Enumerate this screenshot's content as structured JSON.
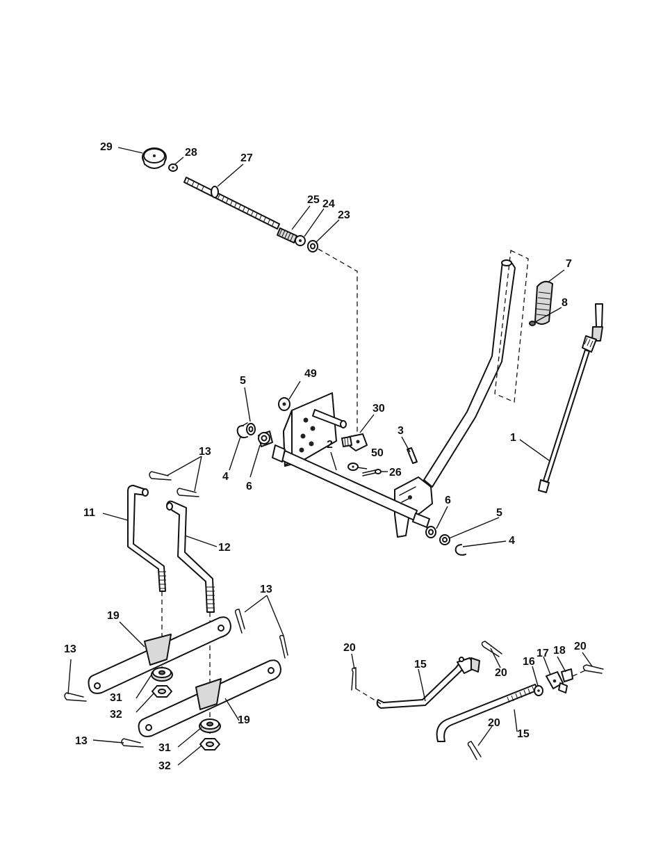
{
  "callouts": {
    "c29": "29",
    "c28": "28",
    "c27": "27",
    "c25": "25",
    "c24": "24",
    "c23": "23",
    "c7": "7",
    "c8": "8",
    "c1": "1",
    "c5a": "5",
    "c49": "49",
    "c30": "30",
    "c3": "3",
    "c50": "50",
    "c26": "26",
    "c2": "2",
    "c4a": "4",
    "c6a": "6",
    "c13a": "13",
    "c11": "11",
    "c12": "12",
    "c6b": "6",
    "c5b": "5",
    "c4b": "4",
    "c13b": "13",
    "c19a": "19",
    "c13c": "13",
    "c31a": "31",
    "c32a": "32",
    "c19b": "19",
    "c13d": "13",
    "c31b": "31",
    "c32b": "32",
    "c20a": "20",
    "c15a": "15",
    "c20b": "20",
    "c16": "16",
    "c17": "17",
    "c18": "18",
    "c20c": "20",
    "c20d": "20",
    "c15b": "15"
  }
}
